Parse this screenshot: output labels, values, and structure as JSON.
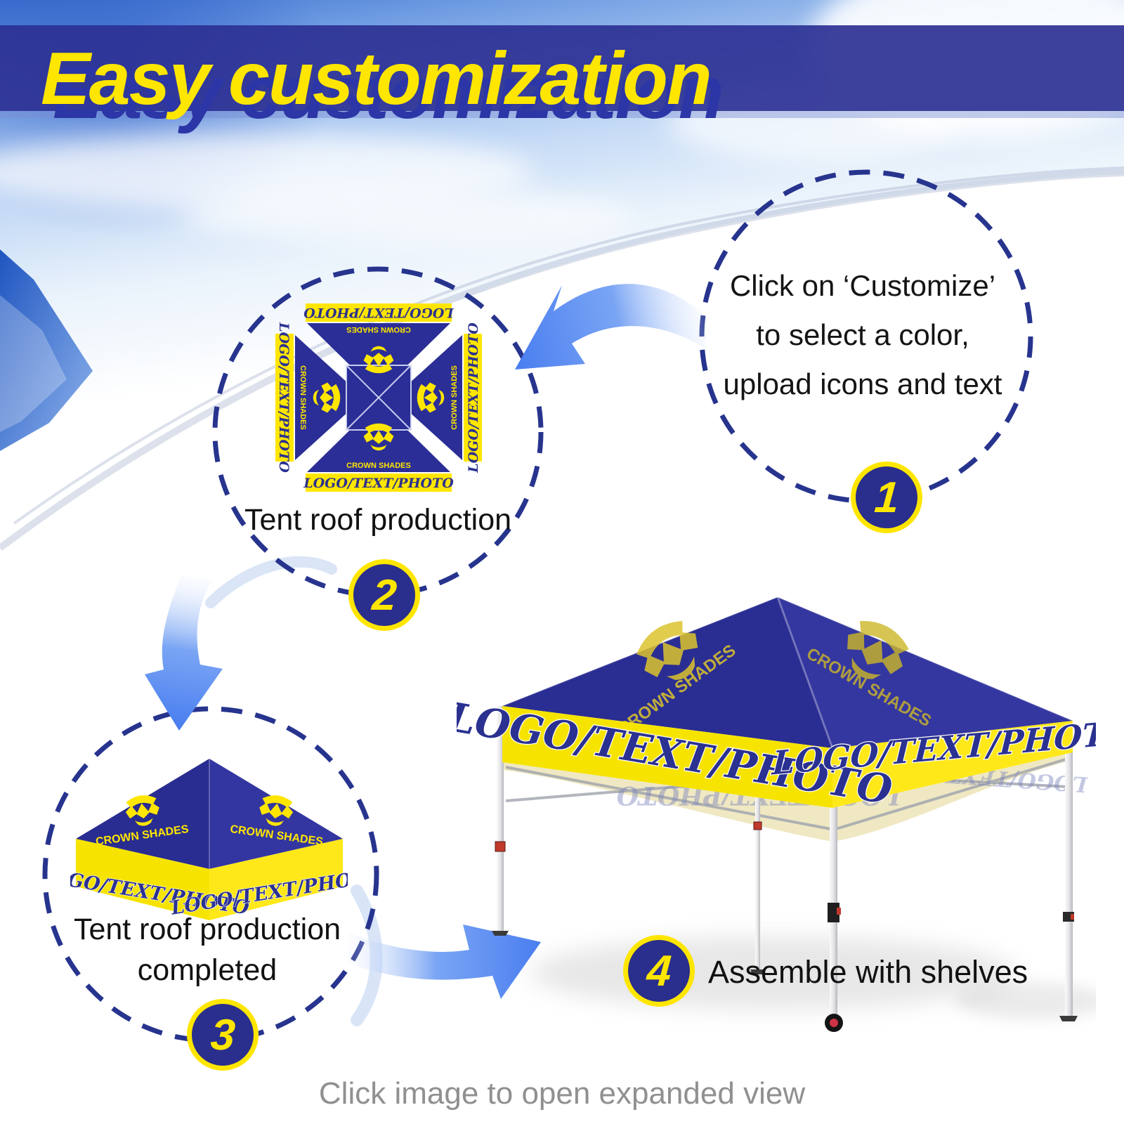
{
  "header": {
    "title": "Easy customization"
  },
  "footer": {
    "caption": "Click image to open expanded view"
  },
  "steps": {
    "one": {
      "number": "1",
      "line1": "Click on ‘Customize’",
      "line2": "to select a color,",
      "line3": "upload icons and text"
    },
    "two": {
      "number": "2",
      "caption": "Tent roof production"
    },
    "three": {
      "number": "3",
      "caption1": "Tent roof production",
      "caption2": "completed"
    },
    "four": {
      "number": "4",
      "label": "Assemble with shelves"
    }
  },
  "tent": {
    "brand": "CROWN SHADES",
    "panel": "LOGO/TEXT/PHOTO"
  },
  "colors": {
    "navy": "#2b2e96",
    "yellow": "#ffe600",
    "dash": "#27348e",
    "arrow": "#4a7ef0",
    "band": "#2c3194"
  }
}
